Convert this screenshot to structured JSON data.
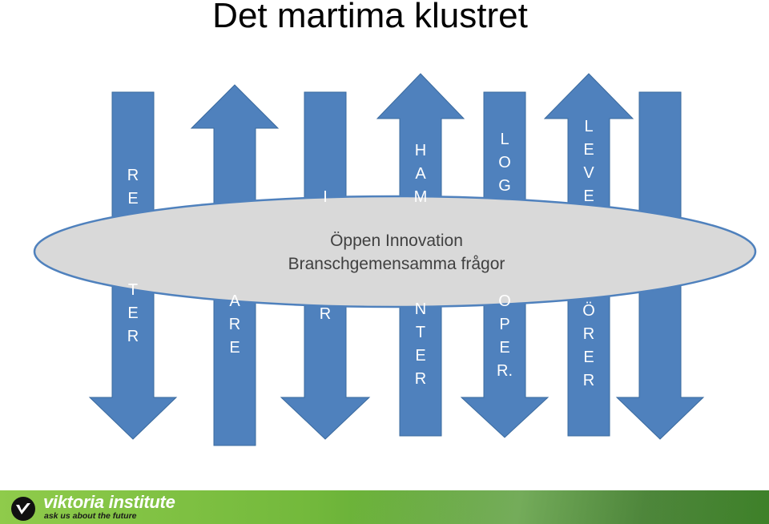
{
  "title": "Det martima klustret",
  "oval": {
    "line1": "Öppen Innovation",
    "line2": "Branschgemensamma frågor"
  },
  "arrows": [
    {
      "direction": "down",
      "letters_top": [
        "R",
        "E"
      ],
      "letters_bottom": [
        "T",
        "E",
        "R"
      ]
    },
    {
      "direction": "up",
      "letters_top": [],
      "letters_bottom": [
        "A",
        "R",
        "E"
      ]
    },
    {
      "direction": "down",
      "letters_top": [
        "I"
      ],
      "letters_bottom": [
        "R"
      ]
    },
    {
      "direction": "up",
      "letters_top": [
        "H",
        "A",
        "M"
      ],
      "letters_bottom": [
        "N",
        "T",
        "E",
        "R"
      ]
    },
    {
      "direction": "down",
      "letters_top": [
        "L",
        "O",
        "G"
      ],
      "letters_bottom": [
        "O",
        "P",
        "E",
        "R."
      ]
    },
    {
      "direction": "up",
      "letters_top": [
        "L",
        "E",
        "V",
        "E"
      ],
      "letters_bottom": [
        "Ö",
        "R",
        "E",
        "R"
      ]
    },
    {
      "direction": "down",
      "letters_top": [],
      "letters_bottom": []
    }
  ],
  "footer": {
    "logo_name": "viktoria institute",
    "logo_tagline": "ask us about the future",
    "logo_icon": "viktoria-v-logo-icon"
  },
  "colors": {
    "arrow_fill": "#4f81bd",
    "oval_fill": "#d9d9d9",
    "oval_stroke": "#4f81bd",
    "footer_green": "#73b93c"
  }
}
